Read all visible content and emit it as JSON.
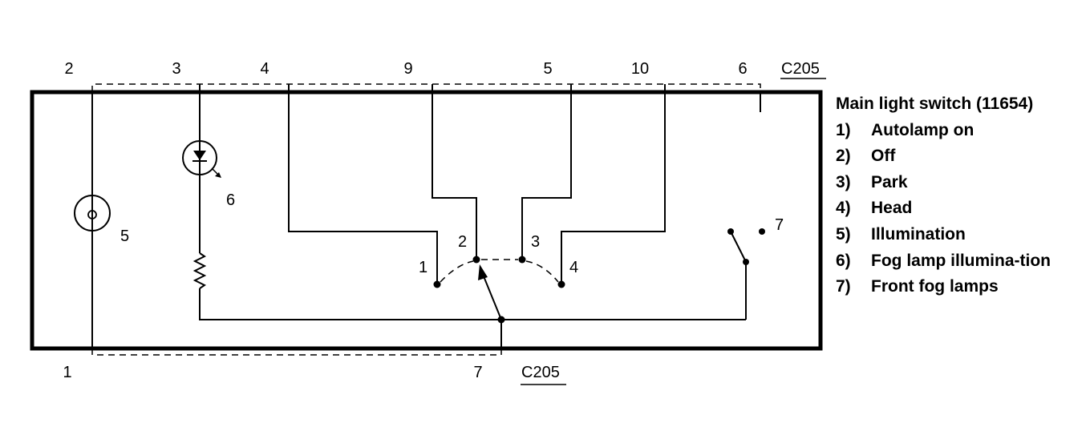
{
  "connector_top": {
    "name": "C205",
    "pins": [
      "2",
      "3",
      "4",
      "9",
      "5",
      "10",
      "6"
    ]
  },
  "connector_bottom": {
    "name": "C205",
    "pins": [
      "1",
      "7"
    ]
  },
  "component_refs": {
    "illumination_bulb": "5",
    "fog_lamp_led": "6",
    "fog_switch": "7"
  },
  "switch_positions": [
    "1",
    "2",
    "3",
    "4"
  ],
  "legend": {
    "title": "Main light switch (11654)",
    "items": [
      {
        "num": "1)",
        "text": "Autolamp on"
      },
      {
        "num": "2)",
        "text": "Off"
      },
      {
        "num": "3)",
        "text": "Park"
      },
      {
        "num": "4)",
        "text": "Head"
      },
      {
        "num": "5)",
        "text": "Illumination"
      },
      {
        "num": "6)",
        "text": "Fog lamp illumina-tion"
      },
      {
        "num": "7)",
        "text": "Front fog lamps"
      }
    ]
  }
}
